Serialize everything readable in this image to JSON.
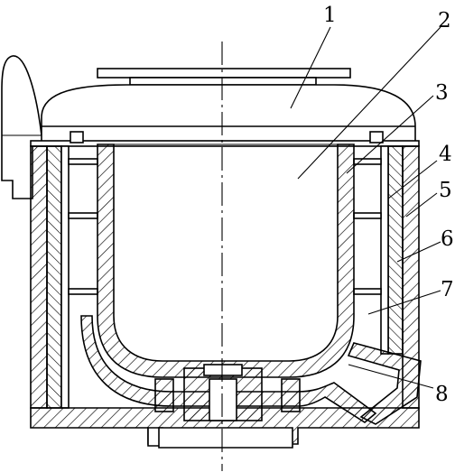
{
  "diagram": {
    "part_labels": [
      "1",
      "2",
      "3",
      "4",
      "5",
      "6",
      "7",
      "8"
    ]
  }
}
